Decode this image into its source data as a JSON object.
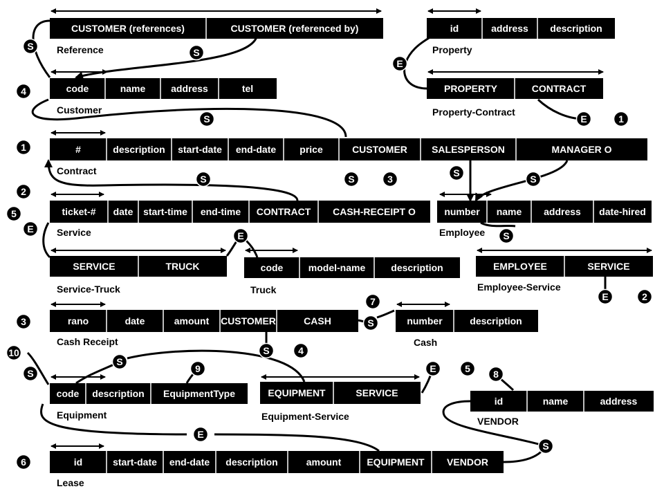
{
  "relations": [
    {
      "id": "reference",
      "caption": "Reference",
      "fields": [
        "CUSTOMER (references)",
        "CUSTOMER (referenced by)"
      ]
    },
    {
      "id": "property",
      "caption": "Property",
      "fields": [
        "id",
        "address",
        "description"
      ]
    },
    {
      "id": "customer",
      "caption": "Customer",
      "fields": [
        "code",
        "name",
        "address",
        "tel"
      ]
    },
    {
      "id": "property-contract",
      "caption": "Property-Contract",
      "fields": [
        "PROPERTY",
        "CONTRACT"
      ]
    },
    {
      "id": "contract",
      "caption": "Contract",
      "fields": [
        "#",
        "description",
        "start-date",
        "end-date",
        "price",
        "CUSTOMER",
        "SALESPERSON",
        "MANAGER     O"
      ]
    },
    {
      "id": "service",
      "caption": "Service",
      "fields": [
        "ticket-#",
        "date",
        "start-time",
        "end-time",
        "CONTRACT",
        "CASH-RECEIPT  O"
      ]
    },
    {
      "id": "employee",
      "caption": "Employee",
      "fields": [
        "number",
        "name",
        "address",
        "date-hired"
      ]
    },
    {
      "id": "service-truck",
      "caption": "Service-Truck",
      "fields": [
        "SERVICE",
        "TRUCK"
      ]
    },
    {
      "id": "truck",
      "caption": "Truck",
      "fields": [
        "code",
        "model-name",
        "description"
      ]
    },
    {
      "id": "employee-service",
      "caption": "Employee-Service",
      "fields": [
        "EMPLOYEE",
        "SERVICE"
      ]
    },
    {
      "id": "cash-receipt",
      "caption": "Cash Receipt",
      "fields": [
        "rano",
        "date",
        "amount",
        "CUSTOMER",
        "CASH"
      ]
    },
    {
      "id": "cash",
      "caption": "Cash",
      "fields": [
        "number",
        "description"
      ]
    },
    {
      "id": "equipment",
      "caption": "Equipment",
      "fields": [
        "code",
        "description",
        "EquipmentType"
      ]
    },
    {
      "id": "equipment-service",
      "caption": "Equipment-Service",
      "fields": [
        "EQUIPMENT",
        "SERVICE"
      ]
    },
    {
      "id": "vendor",
      "caption": "VENDOR",
      "fields": [
        "id",
        "name",
        "address"
      ]
    },
    {
      "id": "lease",
      "caption": "Lease",
      "fields": [
        "id",
        "start-date",
        "end-date",
        "description",
        "amount",
        "EQUIPMENT",
        "VENDOR"
      ]
    }
  ],
  "badges": [
    {
      "id": "s-reference-left",
      "label": "S"
    },
    {
      "id": "s-reference-mid",
      "label": "S"
    },
    {
      "id": "num-4-customer",
      "label": "4"
    },
    {
      "id": "e-property",
      "label": "E"
    },
    {
      "id": "s-contract-customer",
      "label": "S"
    },
    {
      "id": "e-property-contract",
      "label": "E"
    },
    {
      "id": "num-1-property-contract",
      "label": "1"
    },
    {
      "id": "num-1-contract",
      "label": "1"
    },
    {
      "id": "s-service-contract",
      "label": "S"
    },
    {
      "id": "s-cash-receipt-link",
      "label": "S"
    },
    {
      "id": "num-3-service",
      "label": "3"
    },
    {
      "id": "s-salesperson",
      "label": "S"
    },
    {
      "id": "s-manager",
      "label": "S"
    },
    {
      "id": "num-2-service",
      "label": "2"
    },
    {
      "id": "num-5-service",
      "label": "5"
    },
    {
      "id": "e-service-truck",
      "label": "E"
    },
    {
      "id": "e-truck",
      "label": "E"
    },
    {
      "id": "s-employee-service",
      "label": "S"
    },
    {
      "id": "e-employee-service",
      "label": "E"
    },
    {
      "id": "num-2-employee-service",
      "label": "2"
    },
    {
      "id": "num-7-cash",
      "label": "7"
    },
    {
      "id": "num-3-cash-receipt",
      "label": "3"
    },
    {
      "id": "s-cash",
      "label": "S"
    },
    {
      "id": "s-customer-ref",
      "label": "S"
    },
    {
      "id": "num-4-cash-receipt",
      "label": "4"
    },
    {
      "id": "num-10-equipment",
      "label": "10"
    },
    {
      "id": "s-equipment-left",
      "label": "S"
    },
    {
      "id": "s-equipment-top",
      "label": "S"
    },
    {
      "id": "num-9-equipment",
      "label": "9"
    },
    {
      "id": "e-equipment-service",
      "label": "E"
    },
    {
      "id": "num-5-equipment-service",
      "label": "5"
    },
    {
      "id": "num-8-vendor",
      "label": "8"
    },
    {
      "id": "e-lease-equipment",
      "label": "E"
    },
    {
      "id": "s-vendor",
      "label": "S"
    },
    {
      "id": "num-6-lease",
      "label": "6"
    }
  ],
  "colors": {
    "background": "#ffffff",
    "box": "#000000",
    "box_text": "#ffffff",
    "line": "#000000"
  }
}
